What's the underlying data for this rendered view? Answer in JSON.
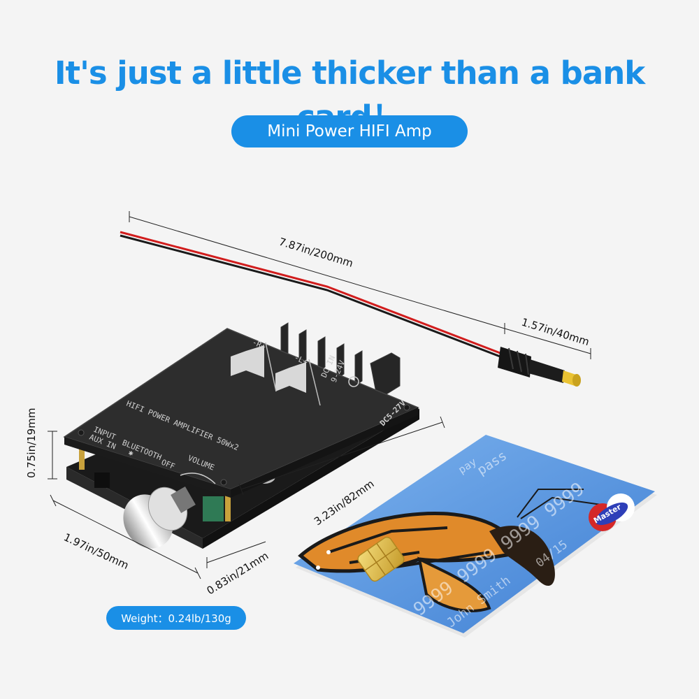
{
  "headline": "It's just a little thicker than a bank card！",
  "subtitle": "Mini Power HIFI  Amp",
  "weight": "Weight：0.24lb/130g",
  "dimensions": {
    "cable_length": "7.87in/200mm",
    "plug_length": "1.57in/40mm",
    "height": "0.75in/19mm",
    "width": "1.97in/50mm",
    "depth": "3.23in/82mm",
    "front_height": "0.83in/21mm"
  },
  "board": {
    "product_text": "HIFI POWER AMPLIFIER 50Wx2",
    "right_channel": "-R+",
    "left_channel": "-L+",
    "dc_in": "DC IN",
    "dc_range": "9-24V",
    "voltage": "DC5-27V",
    "input_label": "INPUT",
    "aux_label": "AUX IN",
    "bluetooth_label": "BLUETOOTH",
    "volume_label": "VOLUME",
    "off_label": "OFF"
  },
  "card": {
    "brand_top": "pay",
    "brand_bottom": "pass",
    "number": "9999 9999 9999 9999",
    "expiry": "04/15",
    "holder": "John Smith",
    "network": "Master"
  },
  "colors": {
    "accent": "#1a8fe6",
    "board": "#2b2b2b",
    "card": "#4a86d6",
    "wire_red": "#d11d1d",
    "plug_tip": "#e9c233"
  }
}
